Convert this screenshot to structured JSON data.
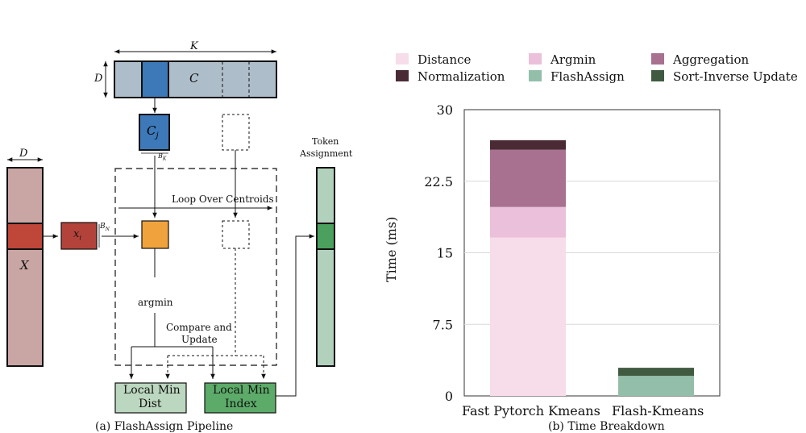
{
  "diagram": {
    "k_label": "K",
    "d_label_top": "D",
    "c_label": "C",
    "cj_label": "C",
    "cj_sub": "j",
    "bk_label": "B",
    "bk_sub": "K",
    "d_label_left": "D",
    "x_label": "X",
    "xi_label": "x",
    "xi_sub": "i",
    "bn_label": "B",
    "bn_sub": "N",
    "loop_label": "Loop Over Centroids",
    "argmin_label": "argmin",
    "compare_label_1": "Compare and",
    "compare_label_2": "Update",
    "token_label_1": "Token",
    "token_label_2": "Assignment",
    "local_min_dist_1": "Local Min",
    "local_min_dist_2": "Dist",
    "local_min_index_1": "Local Min",
    "local_min_index_2": "Index",
    "caption": "(a) FlashAssign Pipeline"
  },
  "chart_data": {
    "type": "bar",
    "stacked": true,
    "categories": [
      "Fast Pytorch Kmeans",
      "Flash-Kmeans"
    ],
    "ylabel": "Time (ms)",
    "ylim": [
      0,
      30
    ],
    "yticks": [
      "0",
      "7.5",
      "15",
      "22.5",
      "30"
    ],
    "grid": true,
    "legend_position": "top",
    "caption": "(b) Time Breakdown",
    "series": [
      {
        "name": "Distance",
        "color": "#f7dde9",
        "values": [
          16.6,
          0
        ]
      },
      {
        "name": "Argmin",
        "color": "#ebc0da",
        "values": [
          3.2,
          0
        ]
      },
      {
        "name": "Aggregation",
        "color": "#a8718f",
        "values": [
          6.0,
          0
        ]
      },
      {
        "name": "Normalization",
        "color": "#4a2b35",
        "values": [
          1.0,
          0
        ]
      },
      {
        "name": "FlashAssign",
        "color": "#93bfaa",
        "values": [
          0,
          2.1
        ]
      },
      {
        "name": "Sort-Inverse Update",
        "color": "#3f5a40",
        "values": [
          0,
          0.85
        ]
      }
    ]
  }
}
